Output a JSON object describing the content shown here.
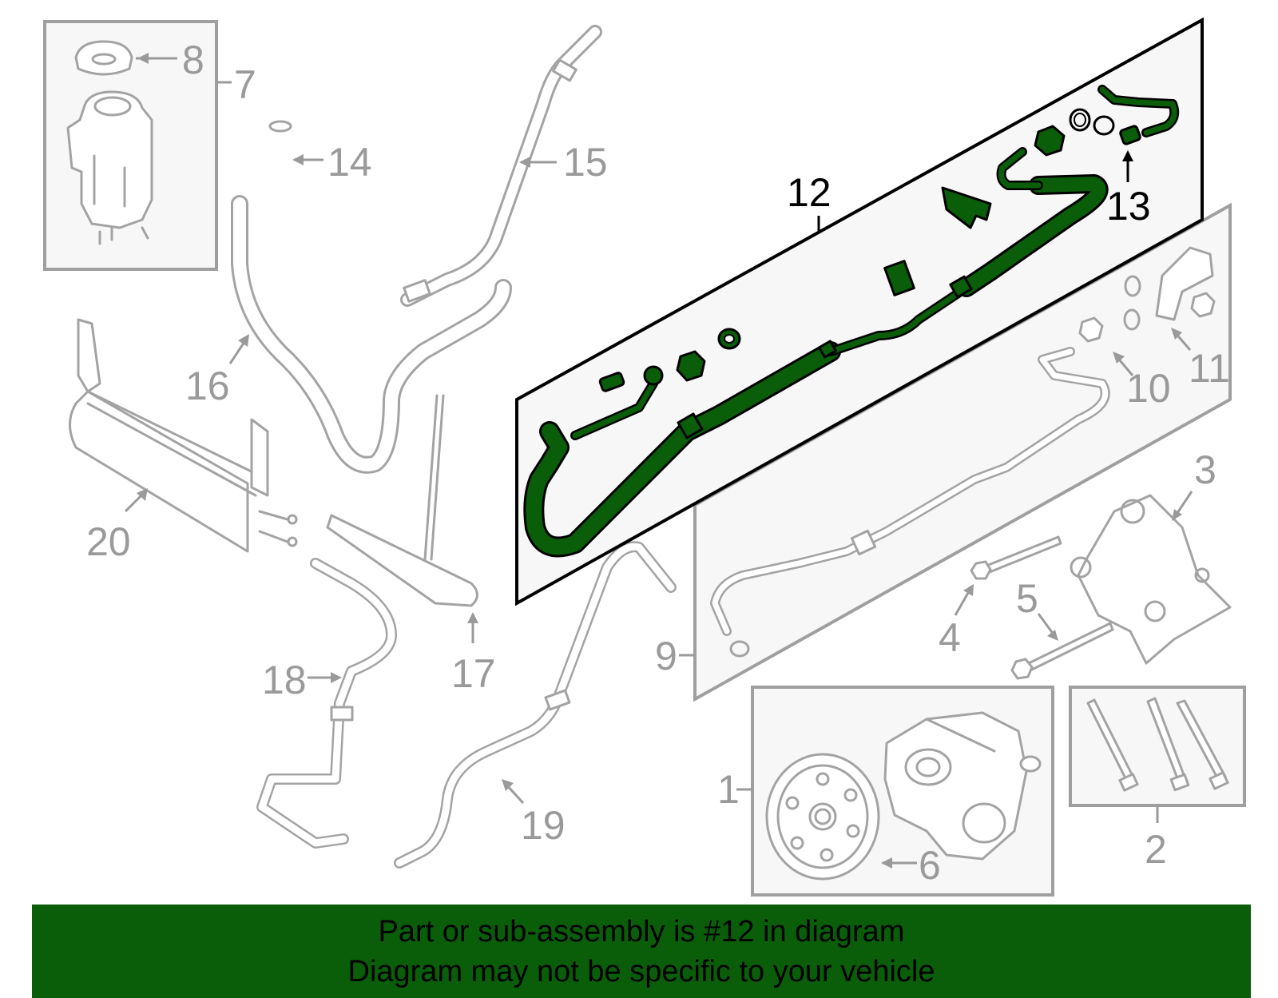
{
  "diagram": {
    "highlight_color": "#0a5e0a",
    "ghost_color": "#a3a3a3",
    "highlighted_part": "12",
    "callouts": [
      "1",
      "2",
      "3",
      "4",
      "5",
      "6",
      "7",
      "8",
      "9",
      "10",
      "11",
      "12",
      "13",
      "14",
      "15",
      "16",
      "17",
      "18",
      "19",
      "20"
    ]
  },
  "banner": {
    "line1": "Part or sub-assembly is #12 in diagram",
    "line2": "Diagram may not be specific to your vehicle",
    "background": "#0a5e0a"
  }
}
